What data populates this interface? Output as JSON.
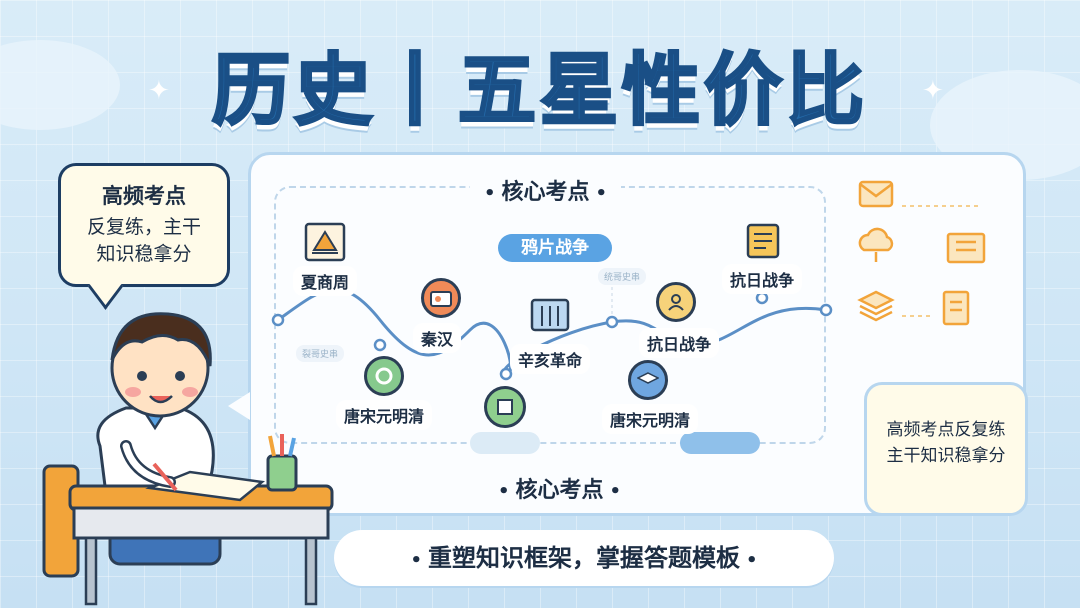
{
  "title": "历史丨五星性价比",
  "bubble": {
    "heading": "高频考点",
    "line1": "反复练，主干",
    "line2": "知识稳拿分"
  },
  "core": {
    "heading": "核心考点",
    "footer": "核心考点",
    "highlight": "鸦片战争",
    "nodes": [
      {
        "label": "夏商周",
        "icon": "temple-icon"
      },
      {
        "label": "秦汉",
        "icon": "radio-icon"
      },
      {
        "label": "唐宋元明清",
        "icon": "ear-icon"
      },
      {
        "label": "辛亥革命",
        "icon": "building-icon"
      },
      {
        "label": "抗日战争",
        "icon": "person-icon"
      },
      {
        "label": "唐宋元明清",
        "icon": "graduation-cap-icon"
      },
      {
        "label": "抗日战争",
        "icon": "scroll-icon"
      }
    ],
    "ghost_labels": [
      "裂哥史串",
      "统哥史串"
    ]
  },
  "side_box": {
    "line1": "高频考点反复练",
    "line2": "主干知识稳拿分"
  },
  "right_icons": [
    "envelope-icon",
    "cloud-icon",
    "book-icon",
    "stack-icon",
    "document-icon"
  ],
  "banner": "重塑知识框架，掌握答题模板",
  "colors": {
    "title": "#2369a8",
    "accent_blue": "#5aa3e3",
    "icon_orange": "#f2a43a",
    "panel_border": "#b7d6ef"
  }
}
